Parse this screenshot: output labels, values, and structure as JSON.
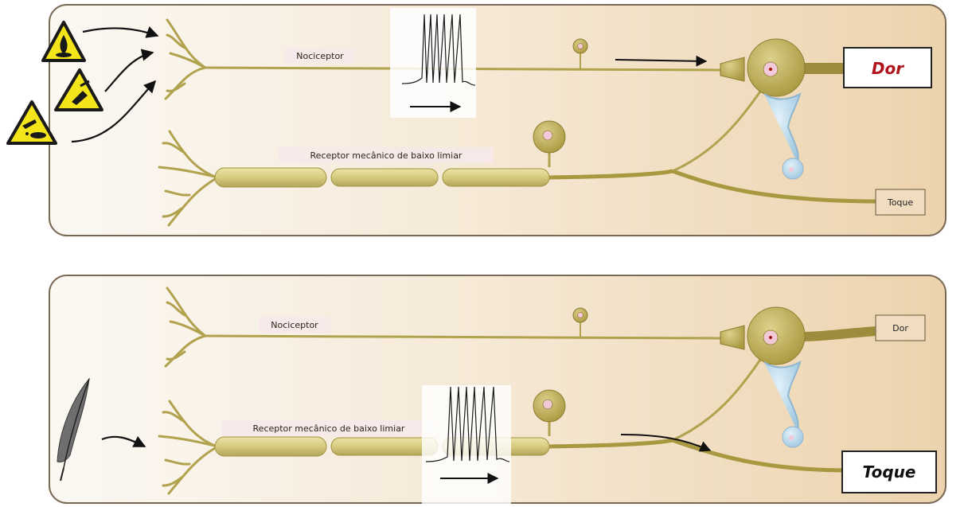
{
  "panels": {
    "top": {
      "nociceptor_label": "Nociceptor",
      "mechano_label": "Receptor mecânico de baixo limiar",
      "output_pain": "Dor",
      "output_touch": "Toque",
      "active_pathway": "pain",
      "stimuli_icons": [
        "fire-warning-icon",
        "cut-warning-icon",
        "corrosive-warning-icon"
      ]
    },
    "bottom": {
      "nociceptor_label": "Nociceptor",
      "mechano_label": "Receptor mecânico de baixo limiar",
      "output_pain": "Dor",
      "output_touch": "Toque",
      "active_pathway": "touch",
      "stimuli_icons": [
        "feather-icon"
      ]
    }
  },
  "colors": {
    "panel_left": "#fbf7f1",
    "panel_right": "#efd9b8",
    "neuron": "#c9bb6a",
    "neuron_dark": "#9c8c3c",
    "myelin": "#d8cf8a",
    "interneuron": "#b9d8ea",
    "pain_text": "#b0141b",
    "warning_yellow": "#f3e51a"
  }
}
